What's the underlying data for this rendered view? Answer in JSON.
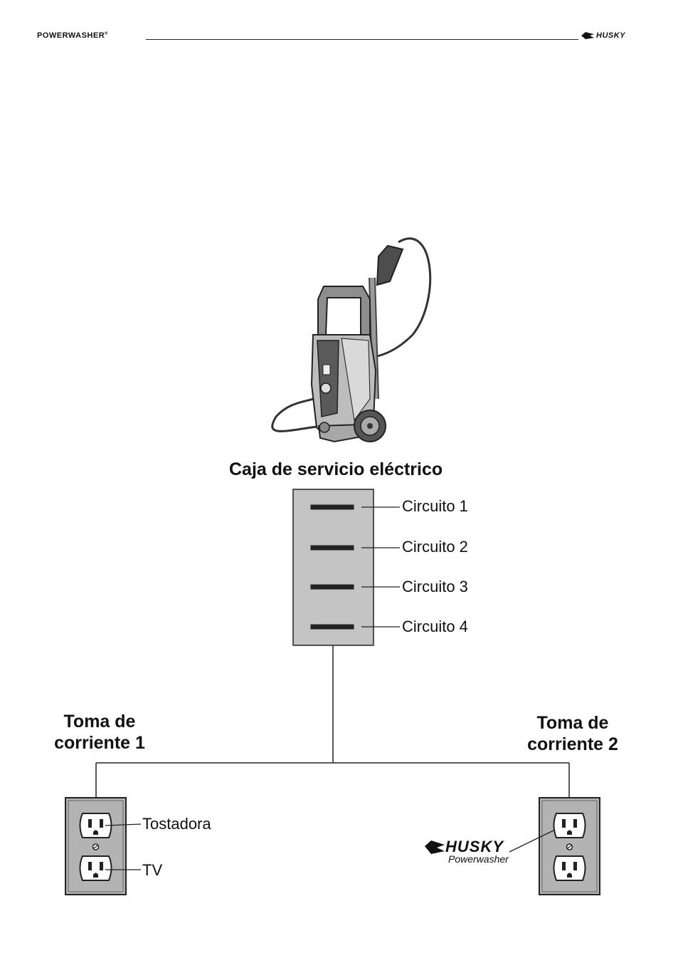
{
  "header": {
    "left_brand": "POWERWASHER",
    "registered": "®",
    "right_brand": "HUSKY"
  },
  "diagram": {
    "panel_title": "Caja de servicio eléctrico",
    "circuits": [
      "Circuito 1",
      "Circuito 2",
      "Circuito 3",
      "Circuito 4"
    ],
    "outlet1": {
      "title_line1": "Toma de",
      "title_line2": "corriente 1",
      "top_device": "Tostadora",
      "bottom_device": "TV"
    },
    "outlet2": {
      "title_line1": "Toma de",
      "title_line2": "corriente 2",
      "logo_brand": "HUSKY",
      "logo_sub": "Powerwasher"
    }
  },
  "colors": {
    "panel_fill": "#c4c4c4",
    "plate_fill": "#b3b3b3",
    "washer_body": "#bdbdbd",
    "washer_dark": "#5a5a5a"
  },
  "icons": [
    "pressure-washer-icon",
    "receptacle-icon",
    "husky-logo-icon"
  ]
}
